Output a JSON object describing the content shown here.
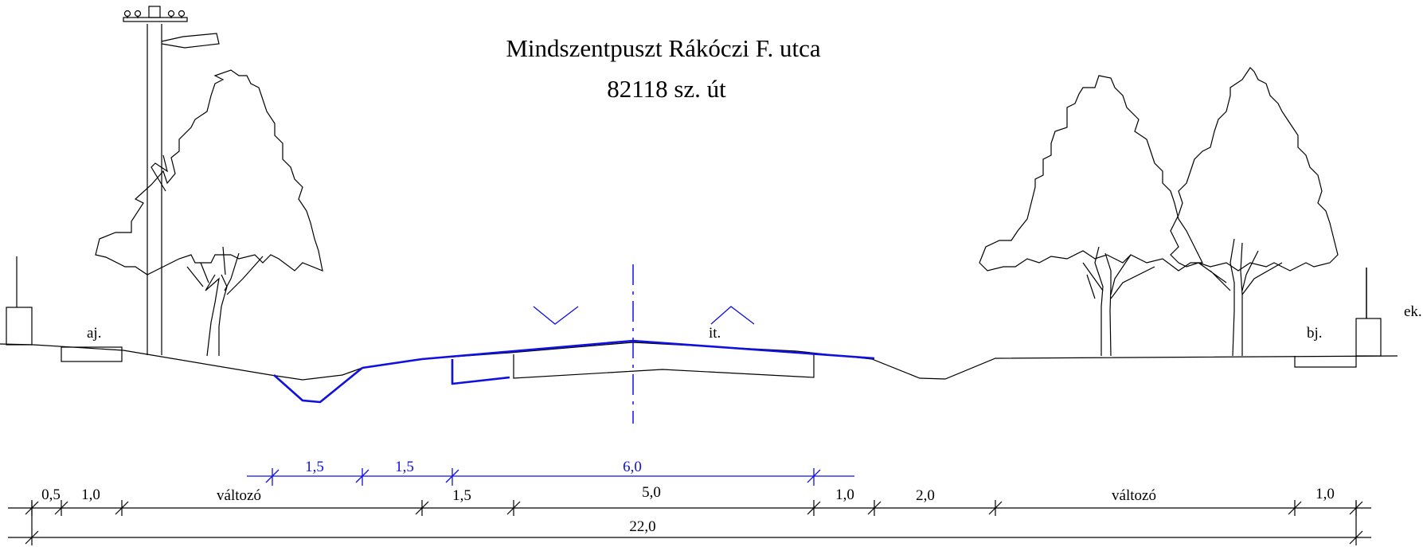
{
  "title": {
    "line1": "Mindszentpuszt  Rákóczi F. utca",
    "line2": "82118 sz. út"
  },
  "labels": {
    "aj": "aj.",
    "it": "it.",
    "bj": "bj.",
    "ek": "ek."
  },
  "colors": {
    "design": "#1010e0",
    "existing": "#000000"
  },
  "blue_dimensions": [
    "1,5",
    "1,5",
    "6,0"
  ],
  "black_dimensions": [
    "0,5",
    "1,0",
    "változó",
    "1,5",
    "5,0",
    "1,0",
    "2,0",
    "változó",
    "1,0"
  ],
  "total_dimension": "22,0"
}
